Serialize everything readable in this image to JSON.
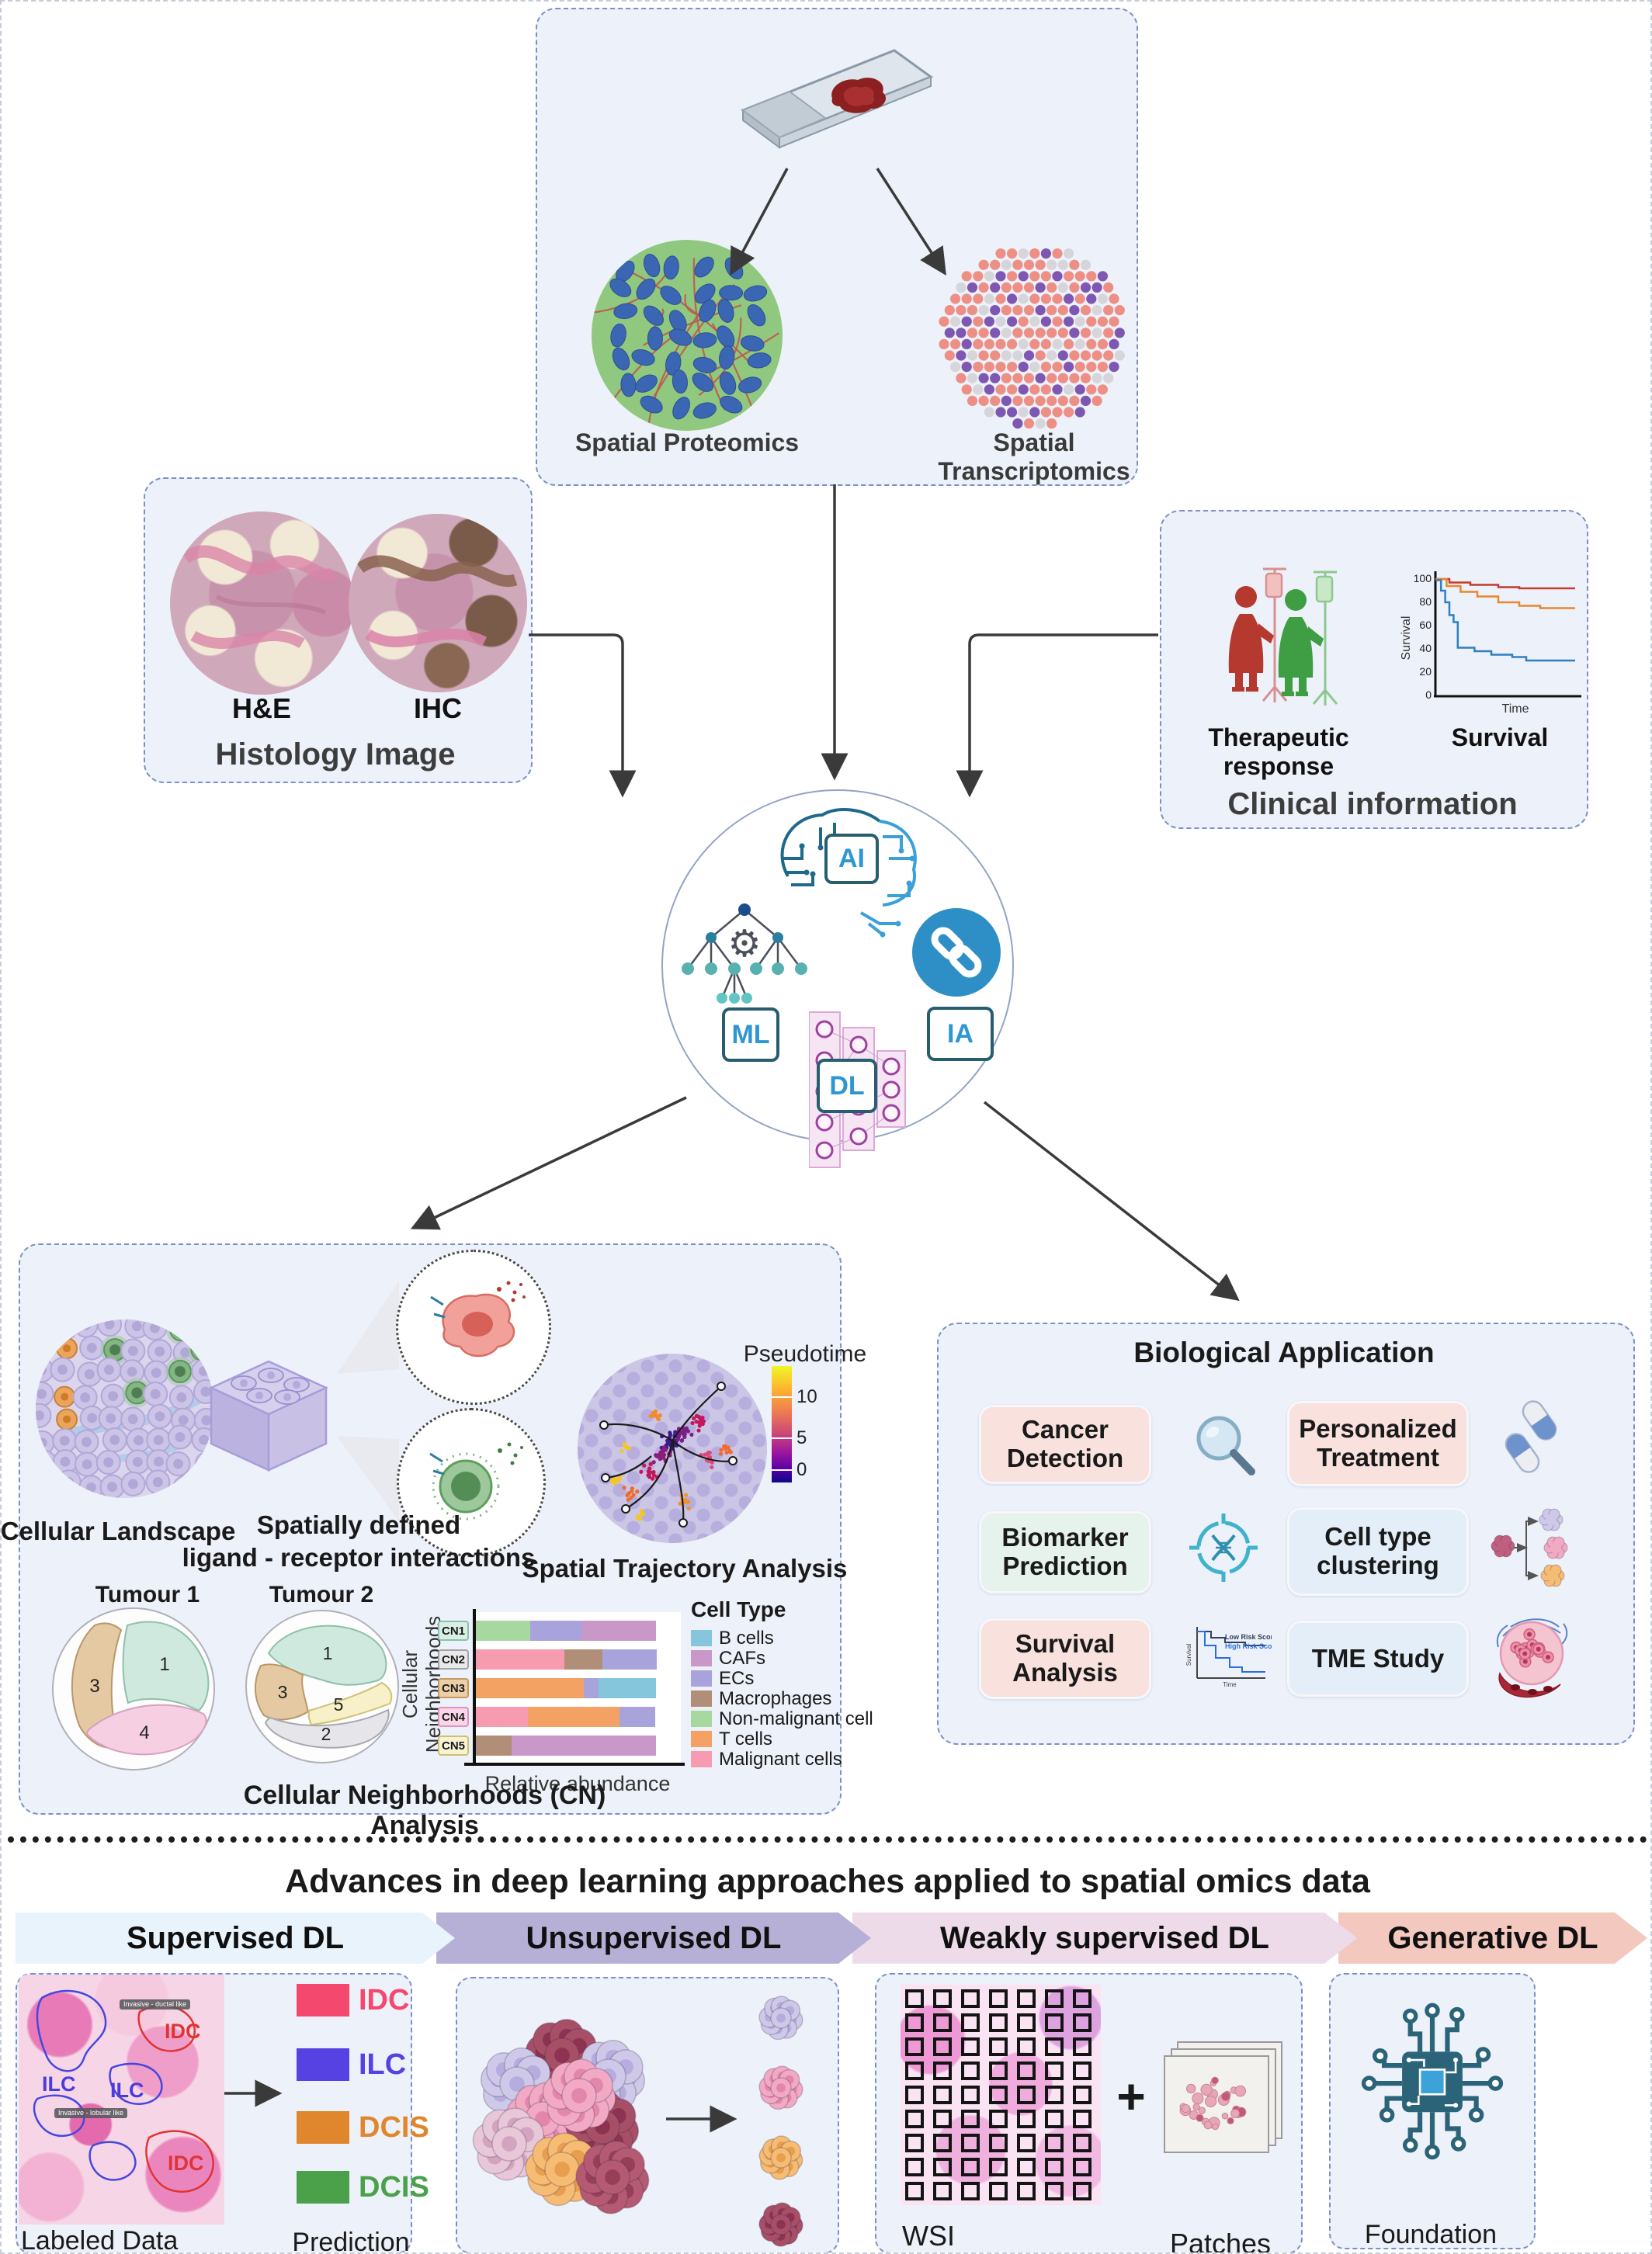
{
  "top_panel": {
    "proteomics_label": "Spatial Proteomics",
    "transcriptomics_label": "Spatial Transcriptomics"
  },
  "histology": {
    "he_label": "H&E",
    "ihc_label": "IHC",
    "title": "Histology Image"
  },
  "clinical": {
    "therapeutic_label": "Therapeutic response",
    "survival_label": "Survival",
    "title": "Clinical information",
    "chart": {
      "ylabel": "Survival",
      "xlabel": "Time",
      "yticks": [
        "100",
        "80",
        "60",
        "40",
        "20",
        "0"
      ],
      "series": [
        {
          "name": "high survival",
          "color": "#c23b2e",
          "points": [
            [
              0,
              100
            ],
            [
              10,
              97
            ],
            [
              25,
              95
            ],
            [
              45,
              93
            ],
            [
              60,
              92
            ],
            [
              100,
              92
            ]
          ]
        },
        {
          "name": "mid survival",
          "color": "#e8872e",
          "points": [
            [
              0,
              100
            ],
            [
              8,
              94
            ],
            [
              18,
              89
            ],
            [
              30,
              85
            ],
            [
              45,
              80
            ],
            [
              60,
              77
            ],
            [
              75,
              75
            ],
            [
              100,
              75
            ]
          ]
        },
        {
          "name": "low survival",
          "color": "#2e7fc2",
          "points": [
            [
              0,
              99
            ],
            [
              4,
              90
            ],
            [
              7,
              80
            ],
            [
              10,
              69
            ],
            [
              13,
              63
            ],
            [
              16,
              41
            ],
            [
              28,
              38
            ],
            [
              40,
              35
            ],
            [
              55,
              33
            ],
            [
              65,
              30
            ],
            [
              100,
              30
            ]
          ]
        }
      ]
    }
  },
  "core": {
    "ai": "AI",
    "ml": "ML",
    "dl": "DL",
    "ia": "IA"
  },
  "cn_panel": {
    "landscape_label": "Cellular Landscape",
    "ligand_line1": "Spatially defined",
    "ligand_line2": "ligand - receptor interactions",
    "trajectory_label": "Spatial Trajectory Analysis",
    "pseudotime": {
      "title": "Pseudotime",
      "ticks": [
        "10",
        "5",
        "0"
      ]
    },
    "tumour1": {
      "title": "Tumour 1",
      "r1": "1",
      "r3": "3",
      "r4": "4"
    },
    "tumour2": {
      "title": "Tumour 2",
      "r1": "1",
      "r2": "2",
      "r3": "3",
      "r5": "5"
    },
    "cn_chart": {
      "ylabel_line1": "Cellular",
      "ylabel_line2": "Neighborhoods",
      "xlabel": "Relative abundance",
      "rows": [
        {
          "label": "CN1",
          "box_bg": "#d9efe6",
          "box_border": "#86c3ab",
          "segments": [
            {
              "cell": "Non-malignant cell",
              "frac": 0.3
            },
            {
              "cell": "ECs",
              "frac": 0.29
            },
            {
              "cell": "CAFs",
              "frac": 0.41
            }
          ]
        },
        {
          "label": "CN2",
          "box_bg": "#e9e9ec",
          "box_border": "#a2a2a8",
          "segments": [
            {
              "cell": "Malignant cells",
              "frac": 0.49
            },
            {
              "cell": "Macrophages",
              "frac": 0.21
            },
            {
              "cell": "ECs",
              "frac": 0.3
            }
          ]
        },
        {
          "label": "CN3",
          "box_bg": "#eccfa6",
          "box_border": "#c49a62",
          "segments": [
            {
              "cell": "T cells",
              "frac": 0.6
            },
            {
              "cell": "ECs",
              "frac": 0.08
            },
            {
              "cell": "B cells",
              "frac": 0.32
            }
          ]
        },
        {
          "label": "CN4",
          "box_bg": "#f9d7e8",
          "box_border": "#dd95bd",
          "segments": [
            {
              "cell": "Malignant cells",
              "frac": 0.29
            },
            {
              "cell": "T cells",
              "frac": 0.51
            },
            {
              "cell": "ECs",
              "frac": 0.2
            }
          ]
        },
        {
          "label": "CN5",
          "box_bg": "#f8f3d5",
          "box_border": "#cfc172",
          "segments": [
            {
              "cell": "Macrophages",
              "frac": 0.2
            },
            {
              "cell": "CAFs",
              "frac": 0.8
            }
          ]
        }
      ]
    },
    "legend": {
      "title": "Cell Type",
      "items": [
        {
          "label": "B cells",
          "color": "#85c6dd"
        },
        {
          "label": "CAFs",
          "color": "#c998c9"
        },
        {
          "label": "ECs",
          "color": "#a9a3dc"
        },
        {
          "label": "Macrophages",
          "color": "#b18e77"
        },
        {
          "label": "Non-malignant cell",
          "color": "#a6d8a0"
        },
        {
          "label": "T cells",
          "color": "#f4a263"
        },
        {
          "label": "Malignant cells",
          "color": "#f79cb0"
        }
      ]
    },
    "title": "Cellular Neighborhoods (CN) Analysis"
  },
  "bio_app": {
    "title": "Biological Application",
    "buttons": [
      {
        "label": "Cancer Detection",
        "bg": "#f9e1dd"
      },
      {
        "label": "Personalized Treatment",
        "bg": "#f9e1dd"
      },
      {
        "label": "Biomarker Prediction",
        "bg": "#e6f2ec"
      },
      {
        "label": "Cell type clustering",
        "bg": "#e4eef8"
      },
      {
        "label": "Survival Analysis",
        "bg": "#f9e1dd"
      },
      {
        "label": "TME Study",
        "bg": "#e4eef8"
      }
    ],
    "risk_low": "Low Risk Score",
    "risk_high": "High Risk Score"
  },
  "advances": {
    "title": "Advances in deep learning approaches applied to spatial omics data",
    "banners": [
      {
        "label": "Supervised DL",
        "bg": "#e9f3fc"
      },
      {
        "label": "Unsupervised DL",
        "bg": "#b7b0d6"
      },
      {
        "label": "Weakly supervised DL",
        "bg": "#eedbe9"
      },
      {
        "label": "Generative DL",
        "bg": "#f3c8bf"
      }
    ],
    "supervised": {
      "ann_ilc_a": "ILC",
      "ann_ilc_b": "ILC",
      "ann_idc_a": "IDC",
      "ann_idc_b": "IDC",
      "tooltip_a": "Invasive - ductal like",
      "tooltip_b": "Invasive - lobular like",
      "legend": [
        {
          "label": "IDC",
          "color": "#f4486e"
        },
        {
          "label": "ILC",
          "color": "#5642e3"
        },
        {
          "label": "DCIS",
          "color": "#e0862c"
        },
        {
          "label": "DCIS",
          "color": "#4ba04a"
        }
      ],
      "caption_left": "Labeled Data",
      "caption_right": "Prediction"
    },
    "weakly": {
      "wsi_label": "WSI",
      "plus": "+",
      "patches_label": "Patches"
    },
    "generative": {
      "caption": "Foundation Models"
    }
  }
}
